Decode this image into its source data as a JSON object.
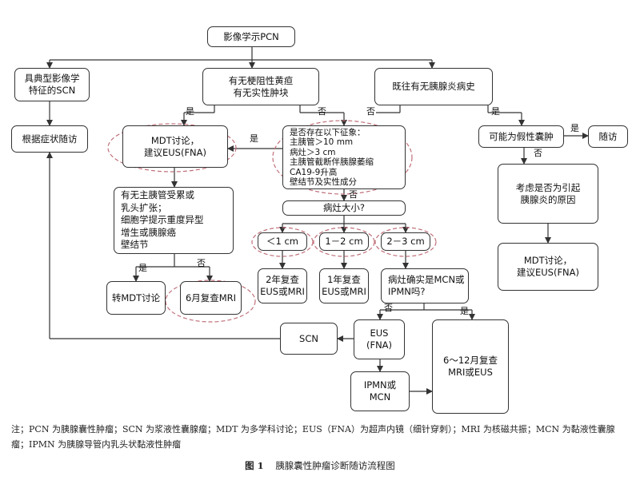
{
  "nodes": {
    "pcn": "影像学示PCN",
    "typical_scn": "具典型影像学\n特征的SCN",
    "obstructive_jaundice": "有无梗阻性黄疸\n有无实性肿块",
    "pancreatitis_history": "既往有无胰腺炎病史",
    "symptom_followup": "根据症状随访",
    "mdt_eus": "MDT讨论，\n建议EUS(FNA)",
    "features": "是否存在以下征象：\n主胰管＞10 mm\n病灶＞3 cm\n主胰管截断伴胰腺萎缩\nCA19-9升高\n壁结节及实性成分",
    "pseudocyst": "可能为假性囊肿",
    "followup": "随访",
    "duct_dilation": "有无主胰管受累或\n乳头扩张；\n细胞学提示重度异型\n增生或胰腺癌\n壁结节",
    "lesion_size": "病灶大小?",
    "size_lt1": "＜1 cm",
    "size_1_2": "1－2 cm",
    "size_2_3": "2－3 cm",
    "pancreatitis_cause": "考虑是否为引起\n胰腺炎的原因",
    "followup_2y": "2年复查\nEUS或MRI",
    "followup_1y": "1年复查\nEUS或MRI",
    "mcn_ipmn": "病灶确实是MCN或\nIPMN吗?",
    "mdt_eus2": "MDT讨论，\n建议EUS(FNA)",
    "transfer_mdt": "转MDT讨论",
    "mri_6m": "6月复查MRI",
    "scn": "SCN",
    "eus_fna": "EUS\n(FNA)",
    "recheck_6_12": "6～12月复查\nMRI或EUS",
    "ipmn_mcn": "IPMN或\nMCN"
  },
  "edge_labels": {
    "yes": "是",
    "no": "否"
  },
  "footnote": {
    "text": "注；PCN 为胰腺囊性肿瘤；SCN 为浆液性囊腺瘤；MDT 为多学科讨论；EUS（FNA）为超声内镜（细针穿刺）；MRI 为核磁共振；MCN 为黏液性囊腺瘤；IPMN 为胰腺导管内乳头状黏液性肿瘤"
  },
  "caption": {
    "label": "图 1",
    "title": "胰腺囊性肿瘤诊断随访流程图"
  },
  "colors": {
    "line": "#333333",
    "dashed_highlight": "#c0707a"
  }
}
